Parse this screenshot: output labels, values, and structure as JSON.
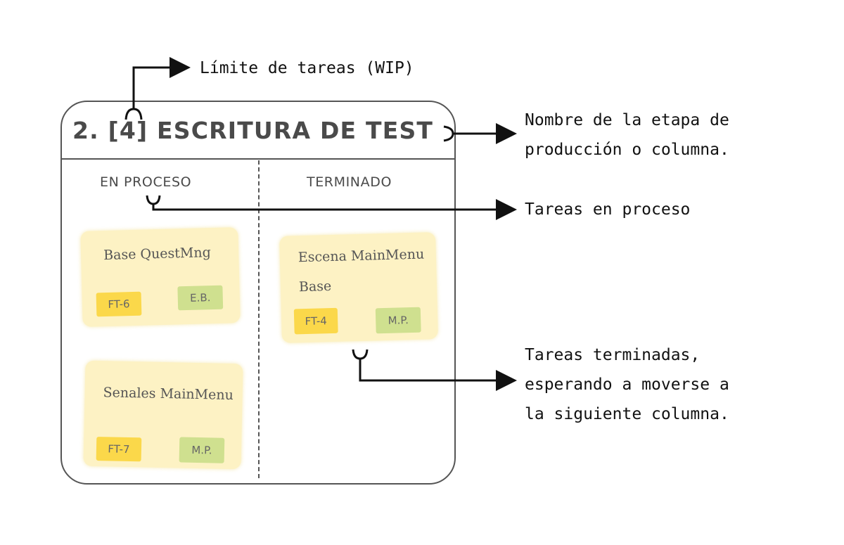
{
  "stage": {
    "title": "2. [4] ESCRITURA DE TEST"
  },
  "columns": [
    {
      "title": "EN PROCESO"
    },
    {
      "title": "TERMINADO"
    }
  ],
  "cards": [
    {
      "title": "Base QuestMng",
      "id": "FT-6",
      "user": "E.B."
    },
    {
      "title": "Senales MainMenu",
      "id": "FT-7",
      "user": "M.P."
    },
    {
      "title_line1": "Escena MainMenu",
      "title_line2": "Base",
      "id": "FT-4",
      "user": "M.P."
    }
  ],
  "annotations": {
    "wip": "Límite de tareas (WIP)",
    "stage_name_line1": "Nombre de la etapa de",
    "stage_name_line2": "producción o columna.",
    "in_process": "Tareas en proceso",
    "done_line1": "Tareas terminadas,",
    "done_line2": "esperando a moverse a",
    "done_line3": "la siguiente columna."
  },
  "colors": {
    "card_bg": "#fdf2c4",
    "id_tag": "#fbd84a",
    "user_tag": "#cfe08f",
    "border": "#555555",
    "arrow": "#111111"
  }
}
